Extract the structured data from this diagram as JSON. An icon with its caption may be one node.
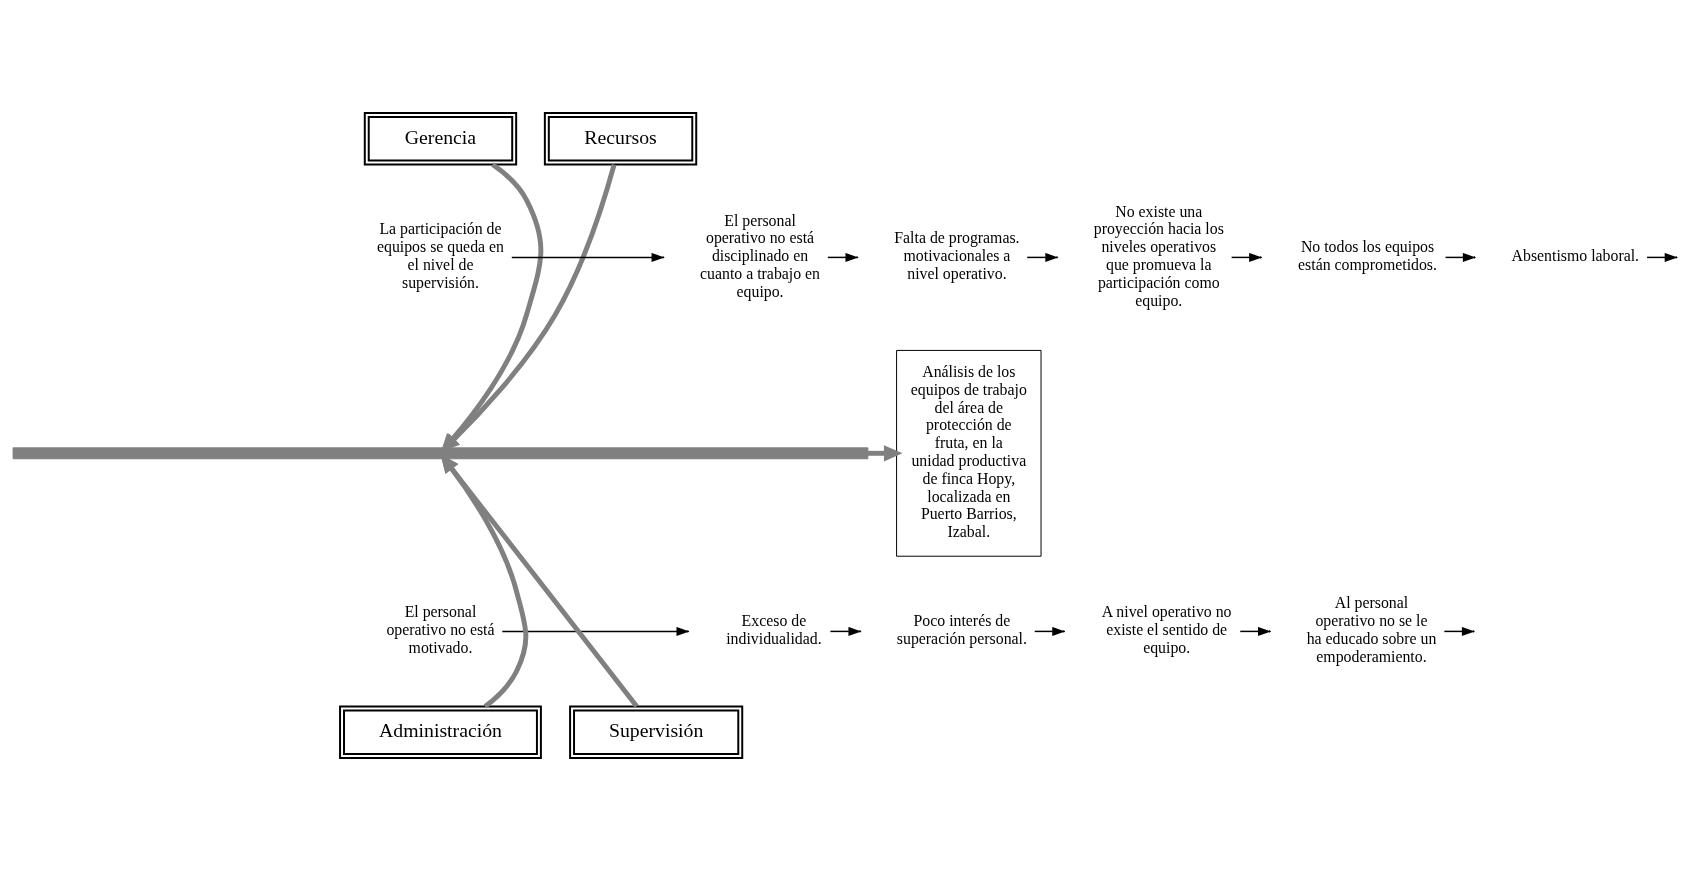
{
  "diagram": {
    "nodes": [
      {
        "text": [
          "Gerencia"
        ]
      },
      {
        "text": [
          "Recursos"
        ]
      },
      {
        "text": [
          "La participación de equipos se queda en el nivel de supervisión."
        ]
      },
      {
        "text": [
          "El personal operativo no está disciplinado en cuanto a trabajo en equipo."
        ]
      },
      {
        "text": [
          "Falta de programas. motivacionales a nivel operativo."
        ]
      },
      {
        "text": [
          "No existe una proyección hacia los niveles operativos que promueva la participación como equipo."
        ]
      },
      {
        "text": [
          "No todos los equipos están comprometidos."
        ]
      },
      {
        "text": [
          "Absentismo laboral."
        ]
      },
      {
        "text": [
          "Análisis de los equipos de trabajo del área de protección de fruta, en la unidad productiva de finca Hopy, localizada en Puerto Barrios, Izabal."
        ]
      },
      {
        "text": [],
        "shape": "bar"
      },
      {
        "text": [
          "El personal operativo no está motivado."
        ]
      },
      {
        "text": [
          "Exceso de individualidad."
        ]
      },
      {
        "text": [
          "Poco interés de superación personal."
        ]
      },
      {
        "text": [
          "A nivel operativo no existe el sentido de equipo."
        ]
      },
      {
        "text": [
          "Al personal operativo no se le ha educado sobre un empoderamiento."
        ]
      },
      {
        "text": [
          "Administración"
        ]
      },
      {
        "text": [
          "Supervisión"
        ]
      }
    ],
    "edges": [
      {
        "from": 9,
        "to": 8,
        "arrow": "to",
        "style": "thick",
        "color": "#808080"
      },
      {
        "from": 0,
        "to": 9,
        "arrow": "to",
        "style": "thick",
        "color": "#808080"
      },
      {
        "from": 1,
        "to": 9,
        "arrow": "to",
        "style": "thick",
        "color": "#808080"
      },
      {
        "from": 15,
        "to": 9,
        "arrow": "to",
        "style": "thick",
        "color": "#808080"
      },
      {
        "from": 16,
        "to": 9,
        "arrow": "to",
        "style": "thick",
        "color": "#808080"
      },
      {
        "from": 2,
        "to": null,
        "arrow": "to"
      },
      {
        "from": 3,
        "to": null,
        "arrow": "to"
      },
      {
        "from": 4,
        "to": null,
        "arrow": "to"
      },
      {
        "from": 5,
        "to": null,
        "arrow": "to"
      },
      {
        "from": 6,
        "to": null,
        "arrow": "to"
      },
      {
        "from": 7,
        "to": null,
        "arrow": "to"
      },
      {
        "from": 10,
        "to": null,
        "arrow": "to"
      },
      {
        "from": 11,
        "to": null,
        "arrow": "to"
      },
      {
        "from": 12,
        "to": null,
        "arrow": "to"
      },
      {
        "from": 13,
        "to": null,
        "arrow": "to"
      },
      {
        "from": 14,
        "to": null,
        "arrow": "to"
      }
    ]
  }
}
